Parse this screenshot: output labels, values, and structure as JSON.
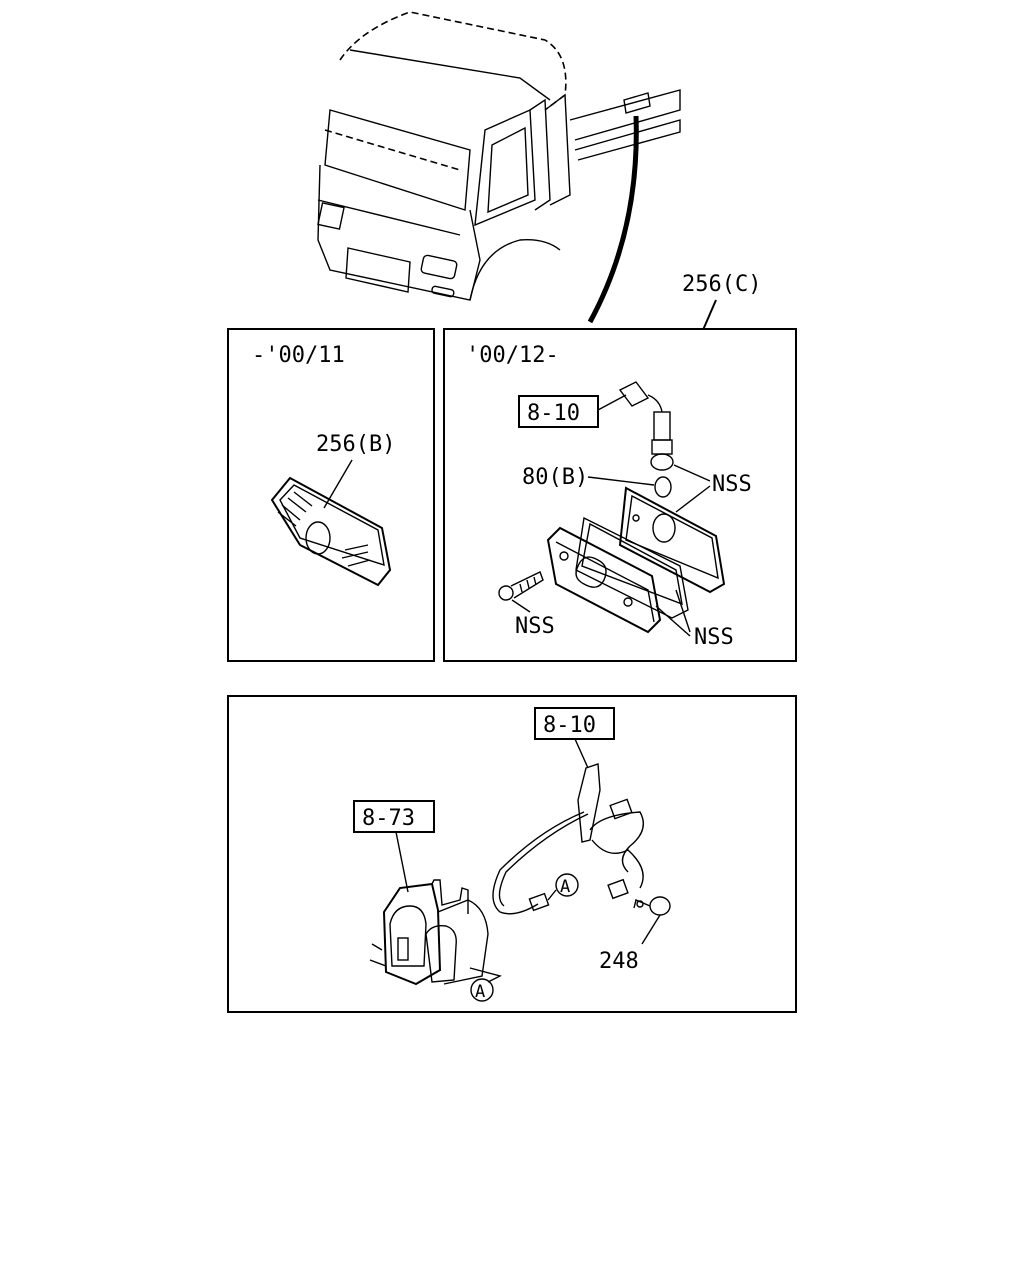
{
  "truck_panel": {
    "part_label": "256(C)"
  },
  "panel_left": {
    "period": "-'00/11",
    "part_label": "256(B)"
  },
  "panel_right": {
    "period": "'00/12-",
    "ref_box": "8-10",
    "bulb_label": "80(B)",
    "nss_top": "NSS",
    "nss_bolt": "NSS",
    "nss_gasket": "NSS"
  },
  "panel_bottom": {
    "ref_box_top": "8-10",
    "ref_box_left": "8-73",
    "connector_a1": "A",
    "connector_a2": "A",
    "part_label": "248"
  }
}
